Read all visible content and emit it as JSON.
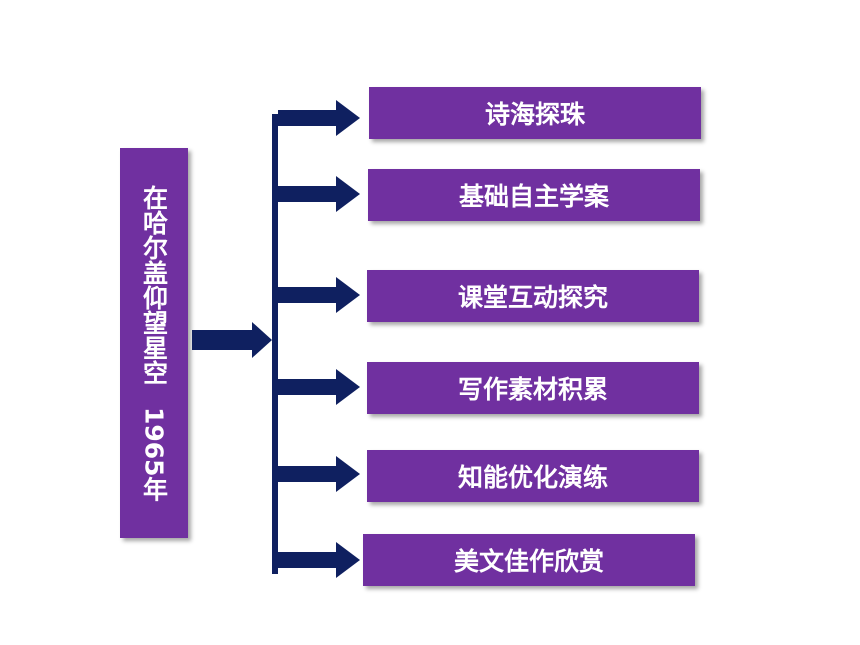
{
  "title": {
    "main": "在哈尔盖仰望星空",
    "year_number": "1965",
    "year_char": "年"
  },
  "items": [
    {
      "label": "诗海探珠"
    },
    {
      "label": "基础自主学案"
    },
    {
      "label": "课堂互动探究"
    },
    {
      "label": "写作素材积累"
    },
    {
      "label": "知能优化演练"
    },
    {
      "label": "美文佳作欣赏"
    }
  ],
  "colors": {
    "box_fill": "#7030a0",
    "connector": "#0f2060",
    "text": "#ffffff"
  }
}
